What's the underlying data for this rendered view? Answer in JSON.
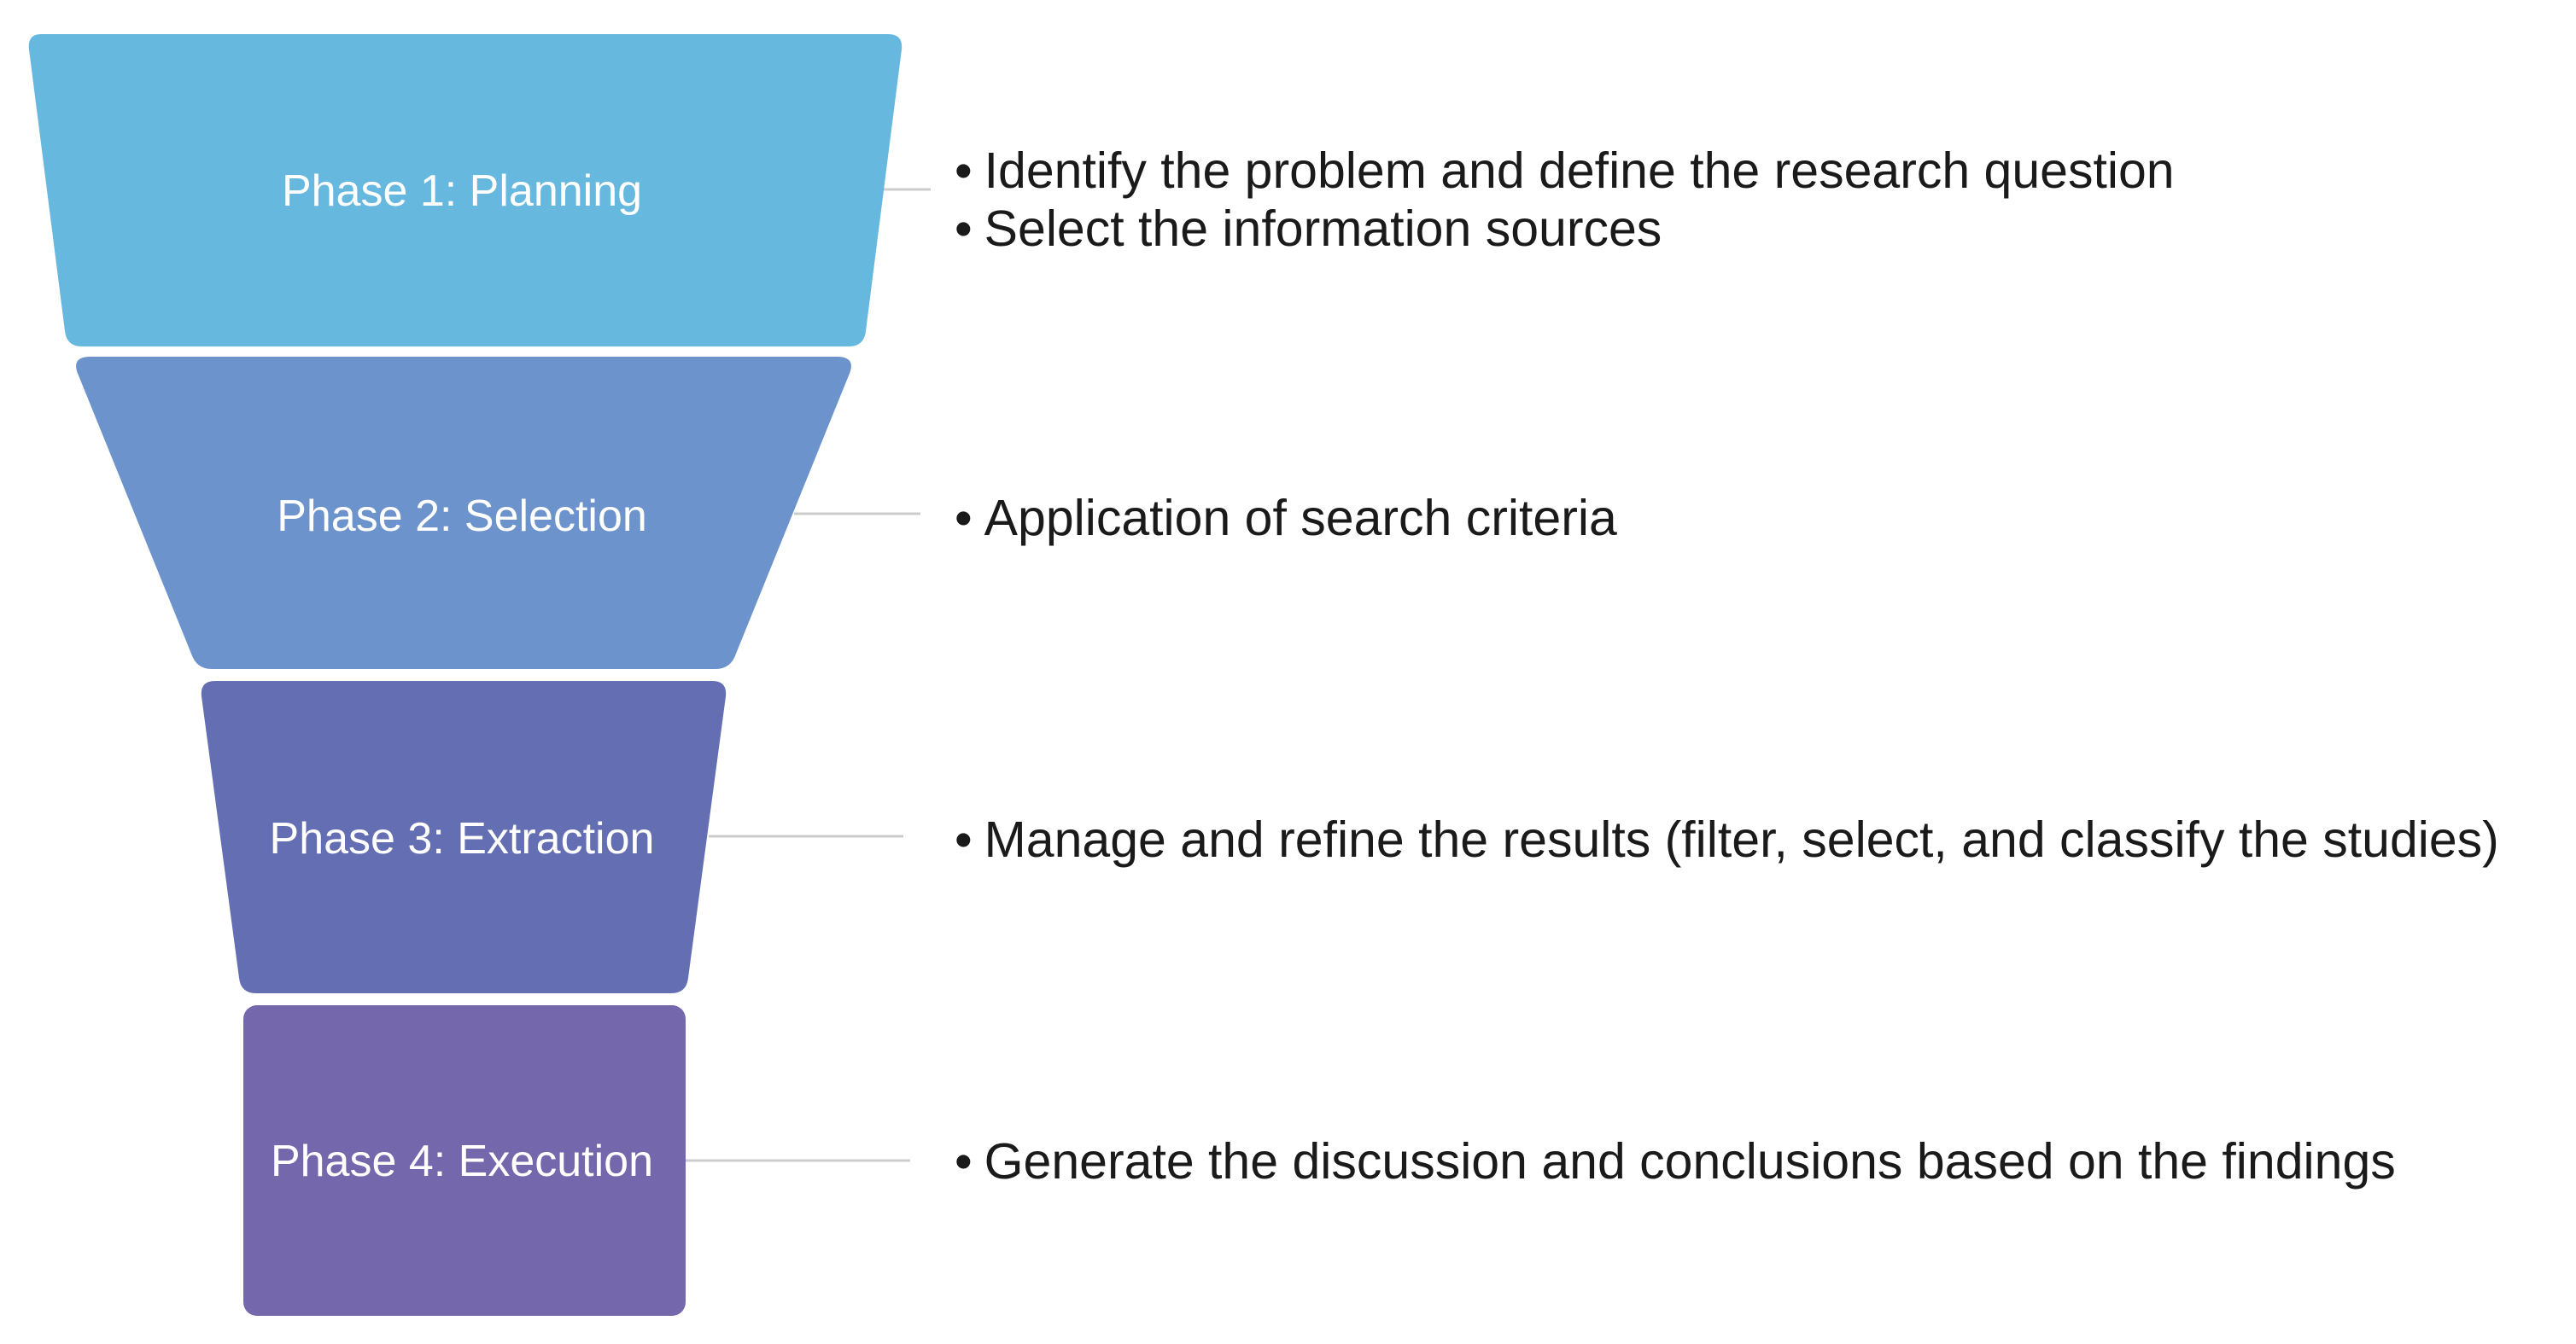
{
  "funnel": {
    "bullet_symbol": "•",
    "stages": [
      {
        "label": "Phase 1: Planning",
        "color": "#67b8df",
        "bullets": [
          "Identify the problem and define the research question",
          "Select the information sources"
        ]
      },
      {
        "label": "Phase 2:  Selection",
        "color": "#6d93cd",
        "bullets": [
          "Application of search criteria"
        ]
      },
      {
        "label": "Phase 3: Extraction",
        "color": "#646eb3",
        "bullets": [
          "Manage and refine the results (filter, select, and classify the studies)"
        ]
      },
      {
        "label": "Phase 4: Execution",
        "color": "#7467ab",
        "bullets": [
          "Generate the discussion and conclusions based on the findings"
        ]
      }
    ],
    "connector_color": "#cccccc"
  }
}
